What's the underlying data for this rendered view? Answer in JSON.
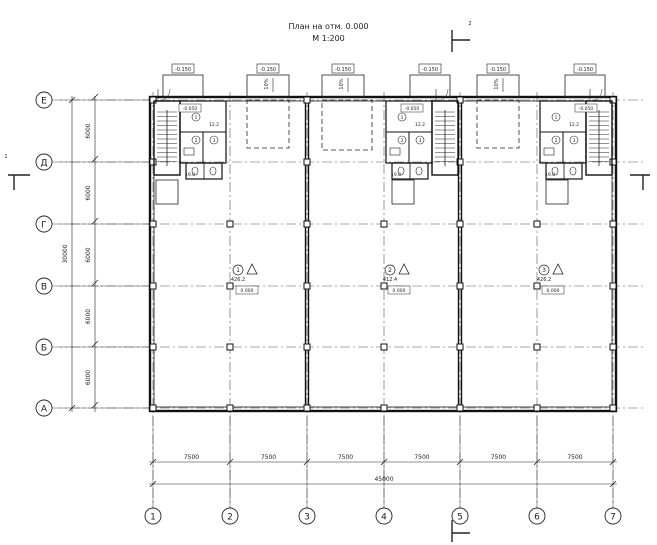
{
  "title": "План на отм. 0.000",
  "scale": "М 1:200",
  "section_marks": {
    "left": "1",
    "top": "2"
  },
  "overall_height": "30000",
  "overall_width": "45000",
  "axes_columns": [
    "1",
    "2",
    "3",
    "4",
    "5",
    "6",
    "7"
  ],
  "axes_rows": [
    "Е",
    "Д",
    "Г",
    "В",
    "Б",
    "А"
  ],
  "column_spacings": [
    "7500",
    "7500",
    "7500",
    "7500",
    "7500",
    "7500"
  ],
  "row_spacings": [
    "6000",
    "6000",
    "6000",
    "6000",
    "6000"
  ],
  "unit_tags": [
    "1",
    "2",
    "3"
  ],
  "unit_areas": [
    "426.2",
    "412.4",
    "426.2"
  ],
  "unit_levels": [
    "0.000",
    "0.000",
    "0.000"
  ],
  "entrance_levels": [
    "-0.150",
    "-0.150",
    "-0.150",
    "-0.150",
    "-0.150",
    "-0.150"
  ],
  "ramp_slopes": [
    "10%",
    "10%",
    "10%"
  ],
  "room_tags": [
    "1",
    "2",
    "3"
  ],
  "small_areas": [
    "12.2",
    "19.8"
  ],
  "stair_levels": [
    "-0.050",
    "-0.050",
    "-0.050"
  ],
  "colors": {
    "line": "#222222",
    "wall": "#111111",
    "grid": "#555555"
  }
}
